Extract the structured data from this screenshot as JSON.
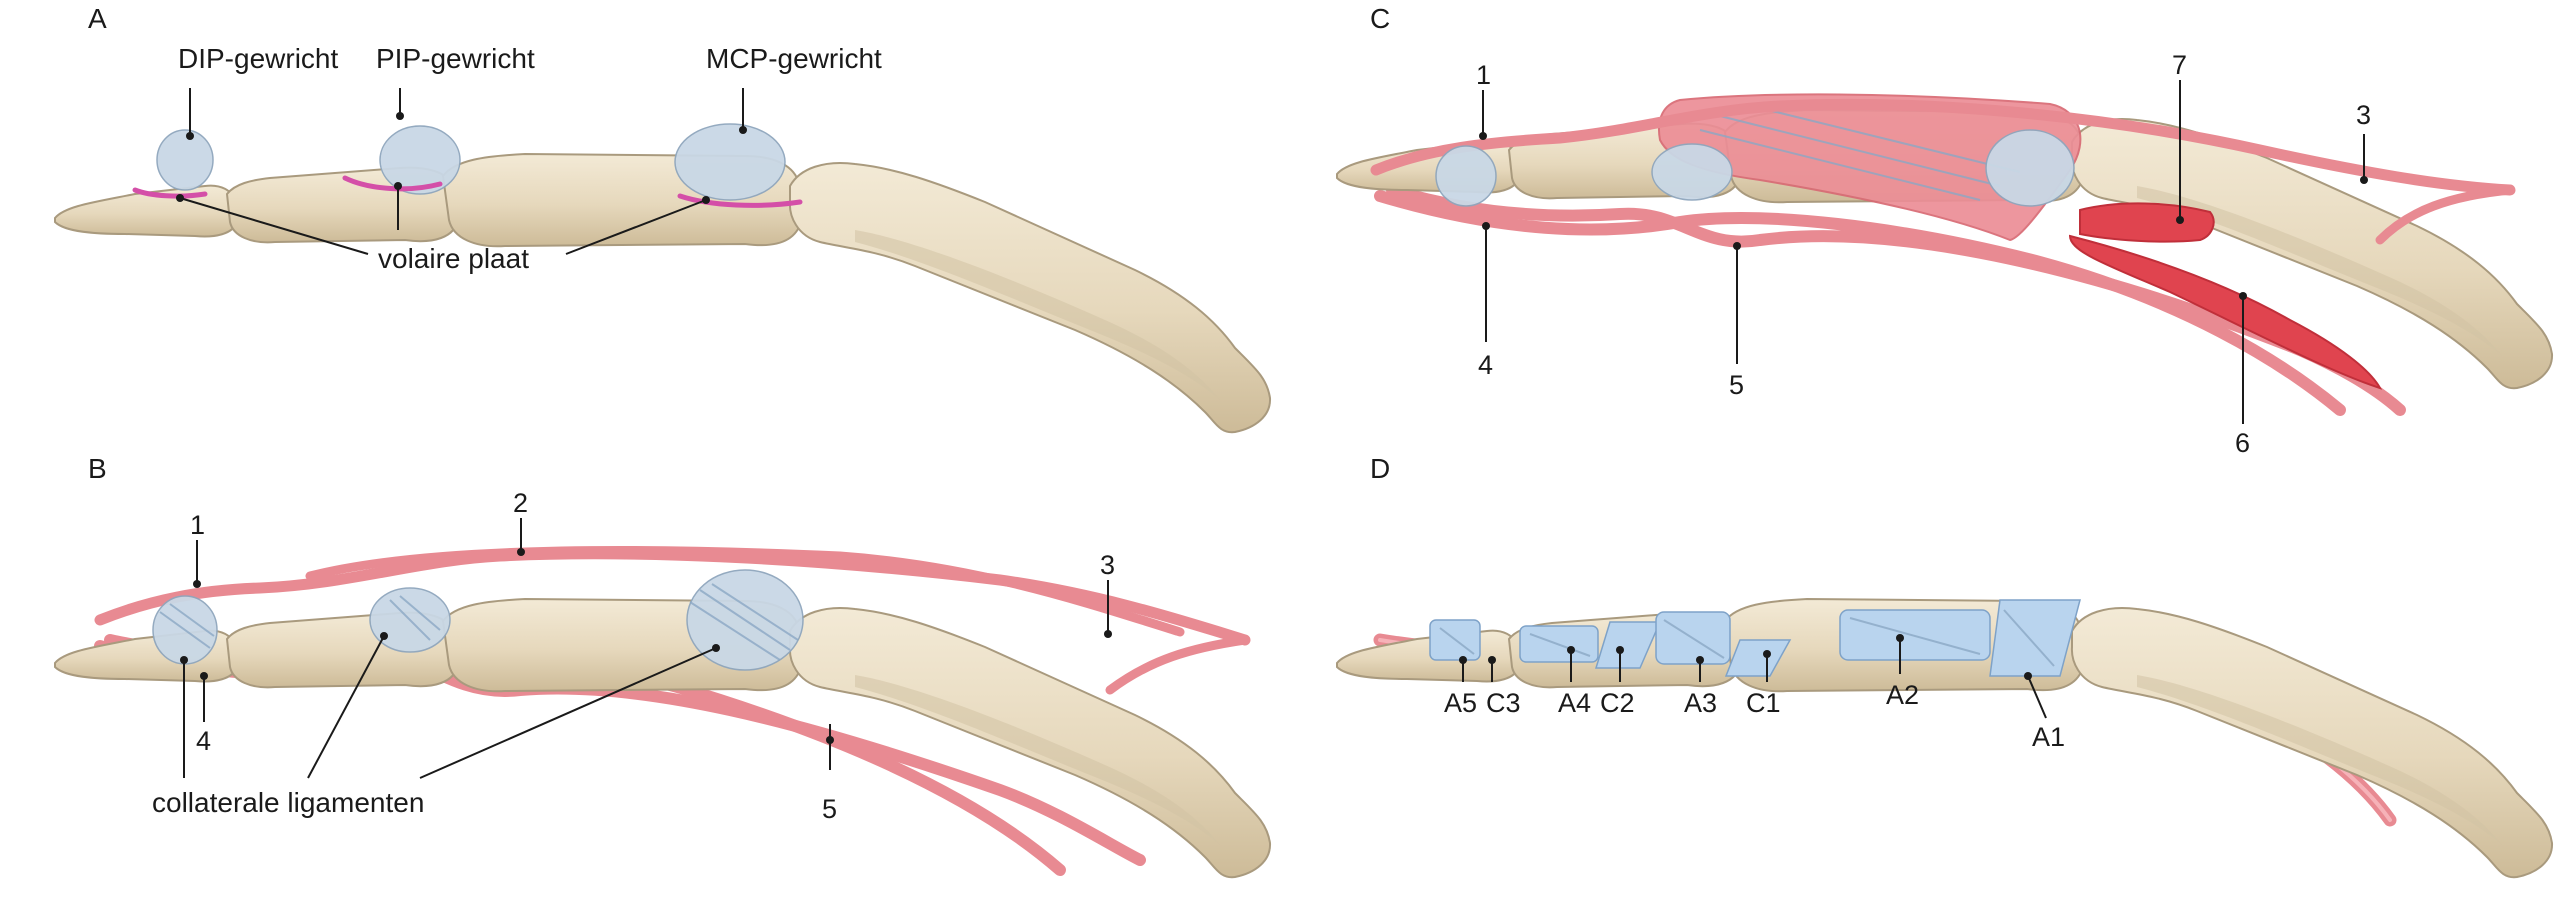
{
  "panels": {
    "A": {
      "letter": "A",
      "labels": {
        "dip": "DIP-gewricht",
        "pip": "PIP-gewricht",
        "mcp": "MCP-gewricht",
        "volar": "volaire plaat"
      }
    },
    "B": {
      "letter": "B",
      "numbers": [
        "1",
        "2",
        "3",
        "4",
        "5"
      ],
      "labels": {
        "collateral": "collaterale ligamenten"
      }
    },
    "C": {
      "letter": "C",
      "numbers": [
        "1",
        "3",
        "4",
        "5",
        "6",
        "7"
      ]
    },
    "D": {
      "letter": "D",
      "pulleys": [
        "A5",
        "C3",
        "A4",
        "C2",
        "A3",
        "C1",
        "A2",
        "A1"
      ]
    }
  },
  "colors": {
    "bone": "#e8dcc3",
    "tendon": "#e88a92",
    "ligament": "#c9d8e6",
    "volar_plate": "#d44fa8",
    "muscle": "#ec8e96",
    "muscle_dark": "#e0444f",
    "pulley": "#b9d4ee"
  }
}
